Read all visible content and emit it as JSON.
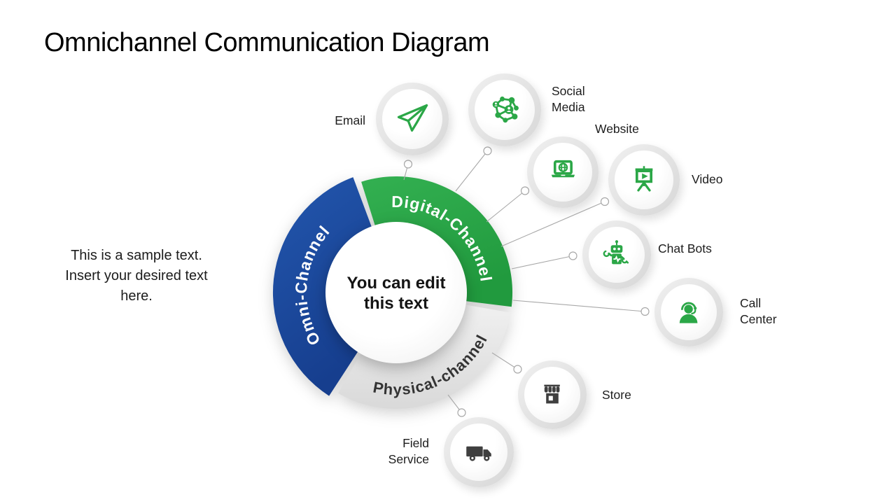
{
  "title": "Omnichannel Communication Diagram",
  "sample_text": "This is a sample text.\nInsert your desired text\nhere.",
  "center_text": "You can edit\nthis text",
  "segments": [
    {
      "label": "Omni-Channel",
      "color": "#1B4B9E",
      "label_color": "#FFFFFF"
    },
    {
      "label": "Digital-Channel",
      "color": "#2BA747",
      "label_color": "#FFFFFF"
    },
    {
      "label": "Physical-channel",
      "color": "#E8E8E8",
      "label_color": "#333333"
    }
  ],
  "channels": [
    {
      "label": "Email",
      "icon": "paper-plane-icon",
      "icon_color": "#2BA747"
    },
    {
      "label": "Social\nMedia",
      "icon": "social-network-icon",
      "icon_color": "#2BA747"
    },
    {
      "label": "Website",
      "icon": "laptop-globe-icon",
      "icon_color": "#2BA747"
    },
    {
      "label": "Video",
      "icon": "presentation-play-icon",
      "icon_color": "#2BA747"
    },
    {
      "label": "Chat Bots",
      "icon": "robot-icon",
      "icon_color": "#2BA747"
    },
    {
      "label": "Call\nCenter",
      "icon": "headset-agent-icon",
      "icon_color": "#2BA747"
    },
    {
      "label": "Store",
      "icon": "storefront-icon",
      "icon_color": "#3F3F3F"
    },
    {
      "label": "Field\nService",
      "icon": "truck-icon",
      "icon_color": "#3F3F3F"
    }
  ],
  "colors": {
    "background": "#FFFFFF",
    "title_text": "#000000",
    "body_text": "#1C1C1C",
    "connector": "#A8A8A8"
  }
}
